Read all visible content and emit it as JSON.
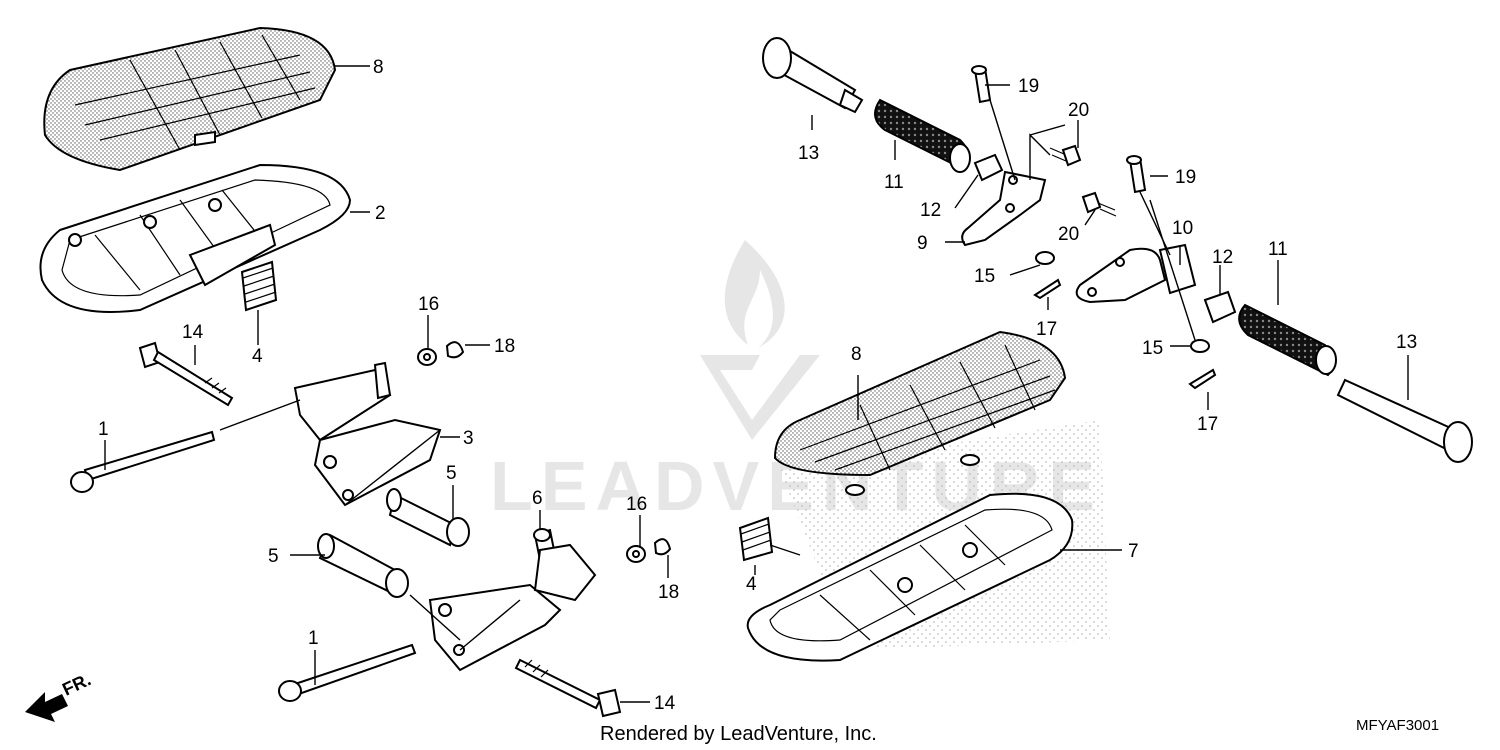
{
  "diagram": {
    "callouts": {
      "c1a": "1",
      "c1b": "1",
      "c2": "2",
      "c3": "3",
      "c4a": "4",
      "c4b": "4",
      "c5a": "5",
      "c5b": "5",
      "c6": "6",
      "c7": "7",
      "c8a": "8",
      "c8b": "8",
      "c9": "9",
      "c10": "10",
      "c11a": "11",
      "c11b": "11",
      "c12a": "12",
      "c12b": "12",
      "c13a": "13",
      "c13b": "13",
      "c14a": "14",
      "c14b": "14",
      "c15a": "15",
      "c15b": "15",
      "c16a": "16",
      "c16b": "16",
      "c17a": "17",
      "c17b": "17",
      "c18a": "18",
      "c18b": "18",
      "c19a": "19",
      "c19b": "19",
      "c20a": "20",
      "c20b": "20"
    },
    "direction_label": "FR.",
    "footer": "Rendered by LeadVenture, Inc.",
    "diagram_code": "MFYAF3001",
    "watermark_text": "LEADVENTURE"
  }
}
